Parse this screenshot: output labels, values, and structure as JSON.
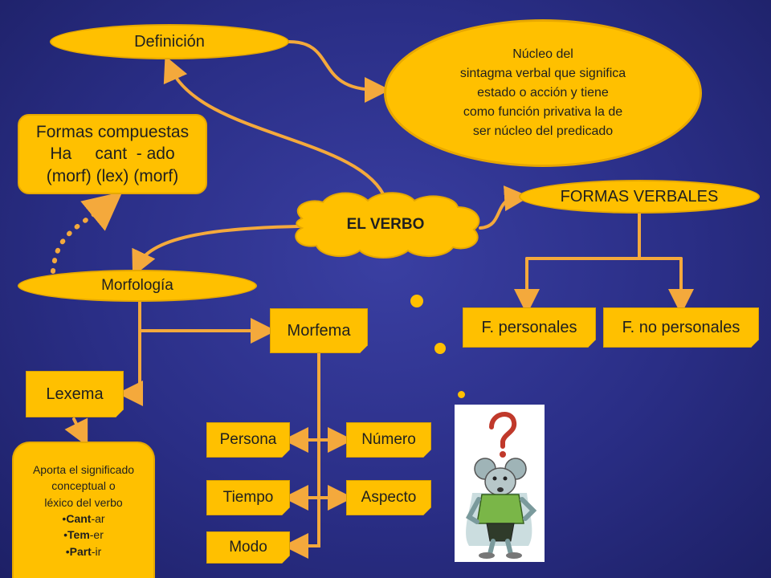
{
  "colors": {
    "background": "#2a2e86",
    "node_fill": "#ffc000",
    "connector": "#f4a93c",
    "text": "#1f1f1f"
  },
  "nodes": {
    "definicion": "Definición",
    "nucleo_definicion": [
      "Núcleo del",
      "sintagma verbal que significa",
      "estado o acción y tiene",
      "como función privativa la de",
      "ser núcleo del predicado"
    ],
    "formas_compuestas": [
      "Formas compuestas",
      "Ha     cant  - ado",
      "(morf) (lex) (morf)"
    ],
    "el_verbo": "EL VERBO",
    "formas_verbales": "FORMAS VERBALES",
    "f_personales": "F. personales",
    "f_no_personales": "F. no personales",
    "morfologia": "Morfología",
    "morfema": "Morfema",
    "lexema": "Lexema",
    "persona": "Persona",
    "numero": "Número",
    "tiempo": "Tiempo",
    "aspecto": "Aspecto",
    "modo": "Modo",
    "aporta": {
      "lines": [
        "Aporta el significado",
        "conceptual o",
        "léxico del verbo"
      ],
      "examples": [
        {
          "bold": "Cant",
          "rest": "-ar"
        },
        {
          "bold": "Tem",
          "rest": "-er"
        },
        {
          "bold": "Part",
          "rest": "-ir"
        }
      ]
    }
  },
  "icons": {
    "mouse_clipart": "question-mouse-icon",
    "cloud": "cloud-shape-icon"
  }
}
